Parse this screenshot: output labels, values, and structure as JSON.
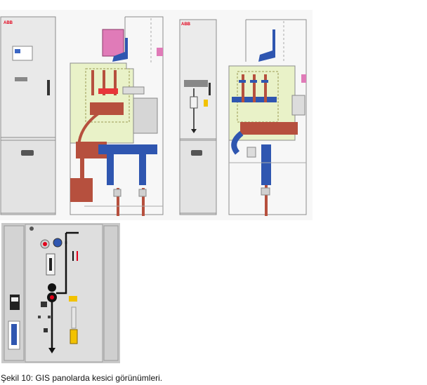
{
  "caption": "Şekil 10: GIS panolarda kesici görünümleri.",
  "panels": {
    "front_left_brand": "ABB",
    "front_right_brand": "ABB"
  },
  "colors": {
    "cabinet_light": "#e6e6e6",
    "cabinet_mid": "#cfcfcf",
    "gas_compartment": "#e9f2c8",
    "busbar_red": "#b6503e",
    "insulator_blue": "#2f56b0",
    "pink_box": "#e07bb8",
    "outline_grey": "#8c8c8c",
    "abb_red": "#e2001a"
  }
}
